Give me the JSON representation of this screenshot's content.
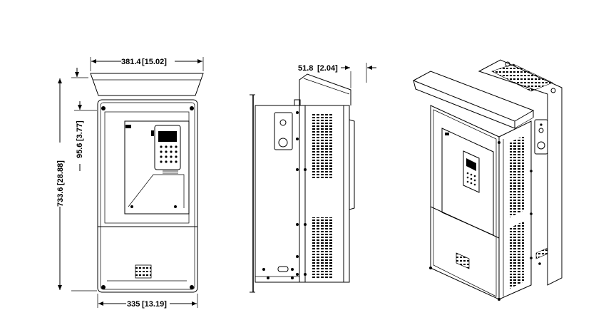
{
  "dimensions": {
    "top_width": {
      "mm": "381.4",
      "in": "[15.02]"
    },
    "top_offset": {
      "mm": "95.6",
      "in": "[3.77]"
    },
    "total_height": {
      "mm": "733.6",
      "in": "[28.88]"
    },
    "bottom_width": {
      "mm": "335",
      "in": "[13.19]"
    },
    "side_offset": {
      "mm": "51.8",
      "in": "[2.04]"
    }
  }
}
